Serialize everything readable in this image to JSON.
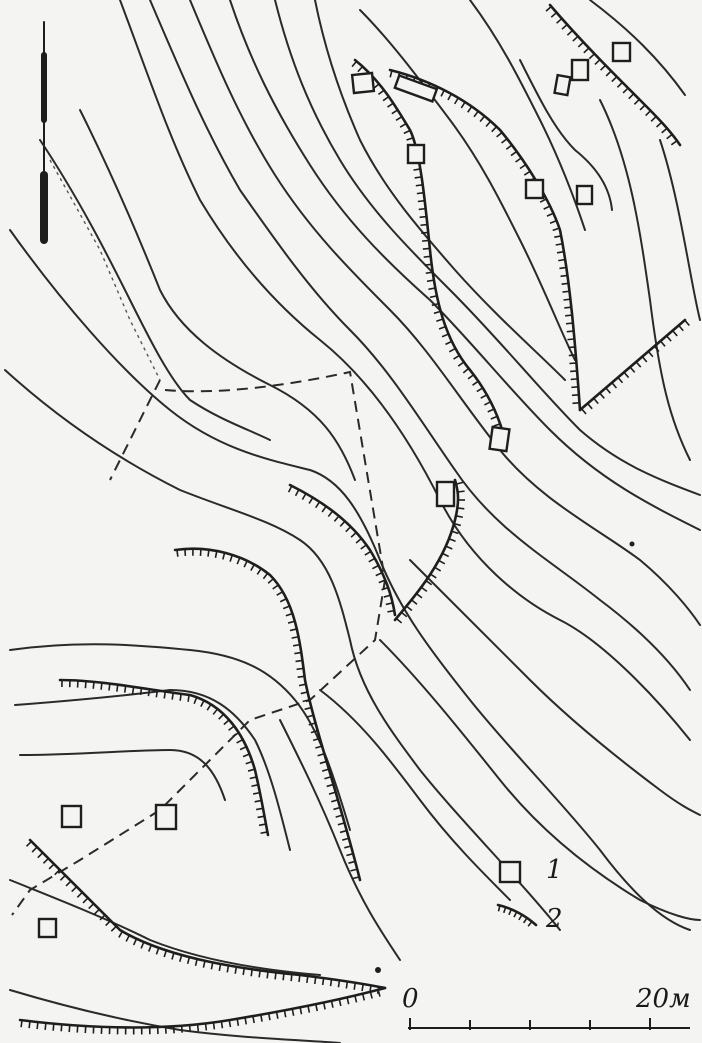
{
  "legend": {
    "pit_label": "1",
    "scarp_label": "2"
  },
  "scale": {
    "start_label": "0",
    "end_label": "20м"
  }
}
